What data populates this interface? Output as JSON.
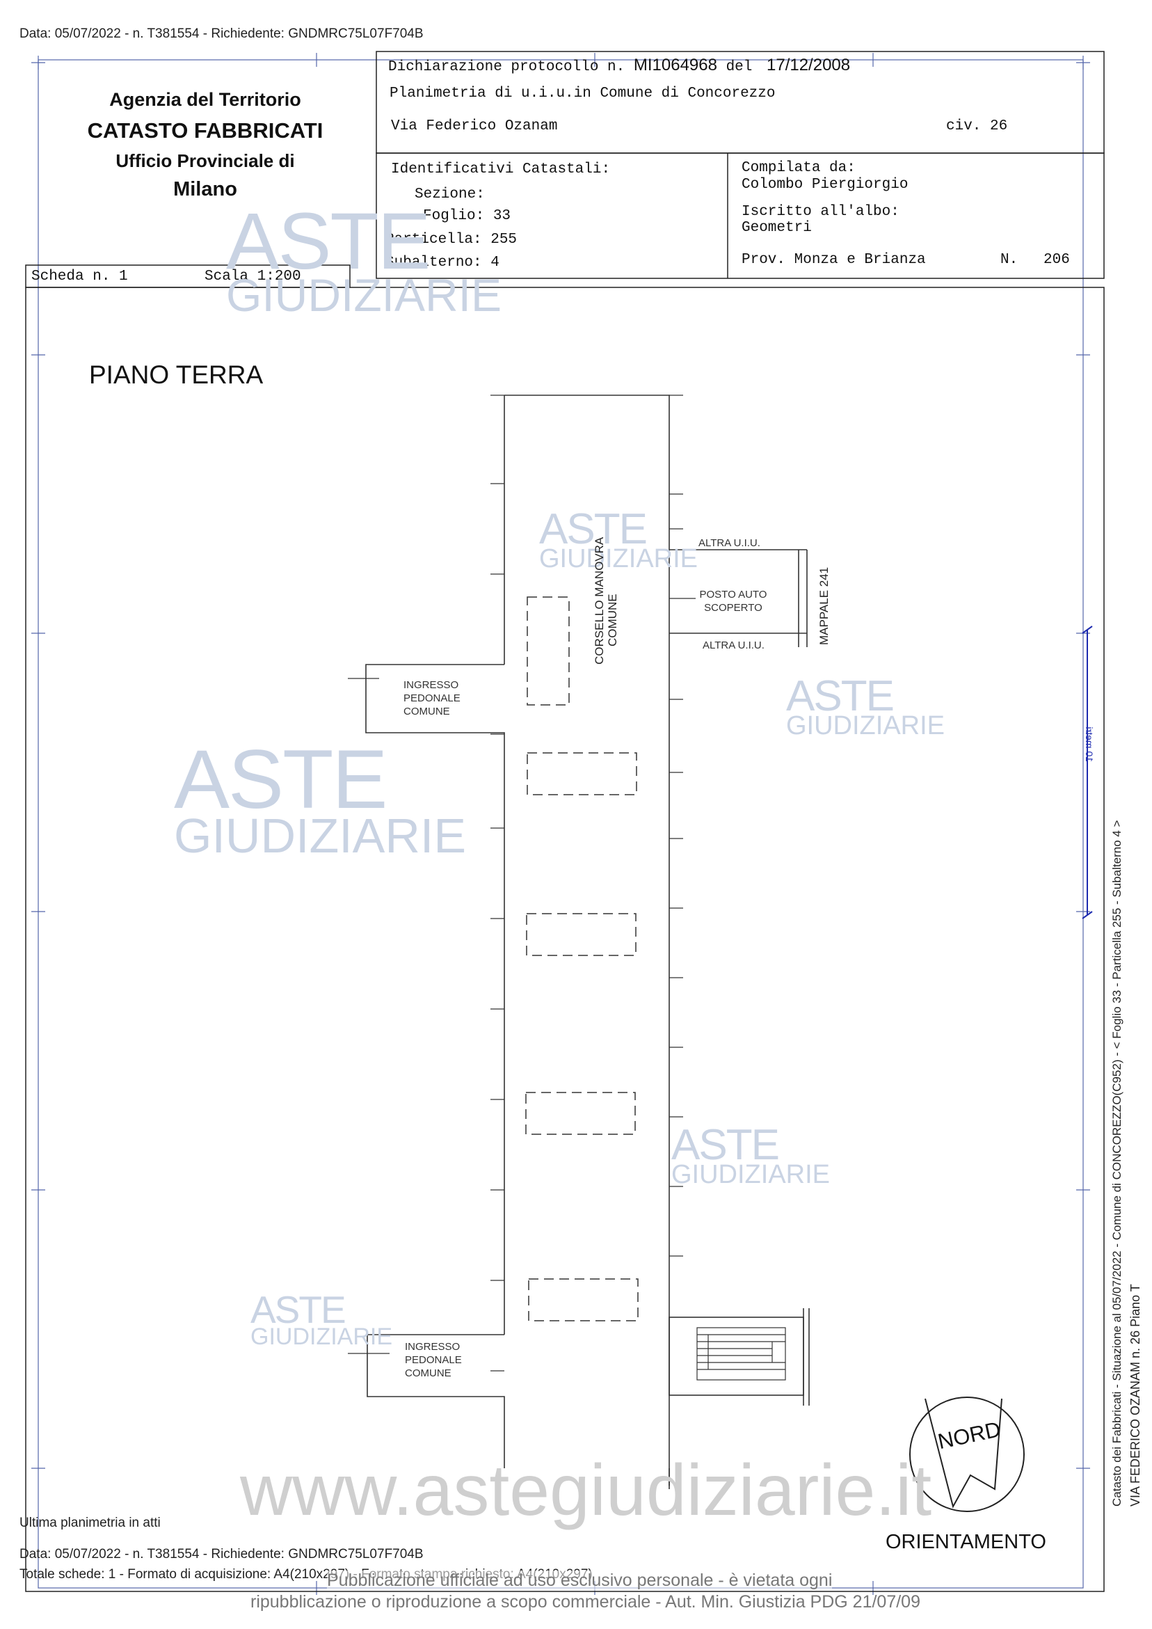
{
  "header_line": "Data: 05/07/2022 - n. T381554 - Richiedente: GNDMRC75L07F704B",
  "agency": {
    "line1": "Agenzia del Territorio",
    "line2": "CATASTO FABBRICATI",
    "line3": "Ufficio Provinciale di",
    "line4": "Milano"
  },
  "declaration": {
    "prefix": "Dichiarazione protocollo n.",
    "number": "MI1064968",
    "del": "del",
    "date": "17/12/2008",
    "planimetria": "Planimetria di u.i.u.in Comune di Concorezzo",
    "via": "Via Federico Ozanam",
    "civ": "civ. 26"
  },
  "identificativi": {
    "title": "Identificativi Catastali:",
    "sezione": "Sezione:",
    "foglio": "Foglio: 33",
    "particella": "Particella: 255",
    "subalterno": "Subalterno: 4"
  },
  "compilata": {
    "title": "Compilata da:",
    "name": "Colombo Piergiorgio",
    "iscritto": "Iscritto all'albo:",
    "albo": "Geometri",
    "prov": "Prov. Monza e Brianza",
    "n_label": "N.",
    "n_value": "206"
  },
  "scheda": {
    "label": "Scheda n. 1",
    "scala": "Scala 1:200"
  },
  "plan": {
    "floor_title": "PIANO TERRA",
    "corsello": [
      "CORSELLO MANOVRA",
      "COMUNE"
    ],
    "altra_uiu_top": "ALTRA U.I.U.",
    "posto_auto": [
      "POSTO AUTO",
      "SCOPERTO"
    ],
    "altra_uiu_bottom": "ALTRA U.I.U.",
    "mappale": "MAPPALE 241",
    "ingresso_top": [
      "INGRESSO",
      "PEDONALE",
      "COMUNE"
    ],
    "ingresso_bottom": [
      "INGRESSO",
      "PEDONALE",
      "COMUNE"
    ],
    "nord": "NORD",
    "orientamento": "ORIENTAMENTO",
    "scale_bar": "10 metri"
  },
  "side_text": {
    "line1": "Catasto dei Fabbricati - Situazione al 05/07/2022 - Comune di CONCOREZZO(C952) - < Foglio 33 - Particella 255 - Subalterno 4 >",
    "line2": "VIA FEDERICO OZANAM n. 26 Piano T"
  },
  "watermark": {
    "line1": "ASTE",
    "line2": "GIUDIZIARIE",
    "url": "www.astegiudiziarie.it"
  },
  "footer": {
    "ultima": "Ultima planimetria in atti",
    "data": "Data: 05/07/2022 - n. T381554 - Richiedente: GNDMRC75L07F704B",
    "totale": "Totale schede: 1 - Formato di acquisizione: A4(210x297) - Formato stampa richiesto: A4(210x297)",
    "pub1": "Pubblicazione ufficiale ad uso esclusivo personale - è vietata ogni",
    "pub2": "ripubblicazione o riproduzione a scopo commerciale - Aut. Min. Giustizia PDG 21/07/09"
  }
}
